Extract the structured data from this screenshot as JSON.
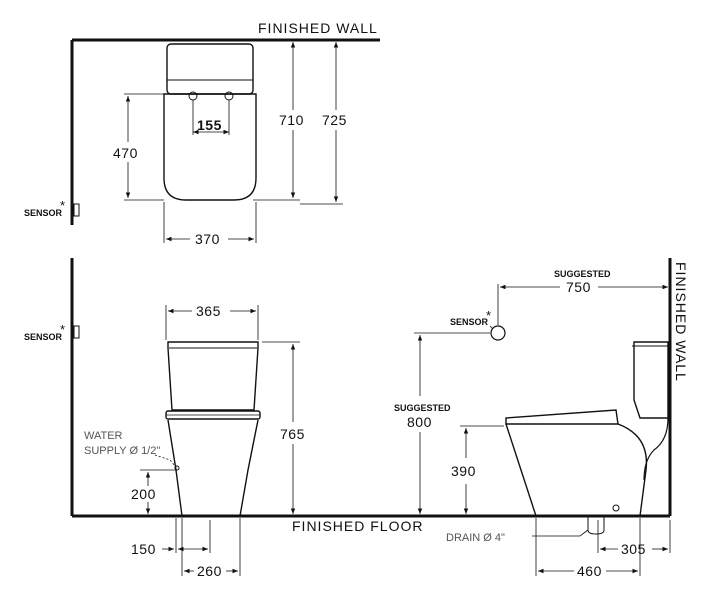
{
  "labels": {
    "finished_wall_top": "FINISHED  WALL",
    "finished_wall_side": "FINISHED  WALL",
    "finished_floor": "FINISHED  FLOOR",
    "sensor": "SENSOR",
    "sensor_mark": "*",
    "suggested": "SUGGESTED",
    "water_supply_line1": "WATER",
    "water_supply_line2": "SUPPLY Ø 1/2\"",
    "drain": "DRAIN Ø 4\""
  },
  "dimensions": {
    "top_710": "710",
    "top_725": "725",
    "top_470": "470",
    "top_155": "155",
    "top_370": "370",
    "front_365": "365",
    "front_765": "765",
    "front_200": "200",
    "front_150": "150",
    "front_260": "260",
    "side_750": "750",
    "side_800": "800",
    "side_390": "390",
    "side_305": "305",
    "side_460": "460"
  }
}
